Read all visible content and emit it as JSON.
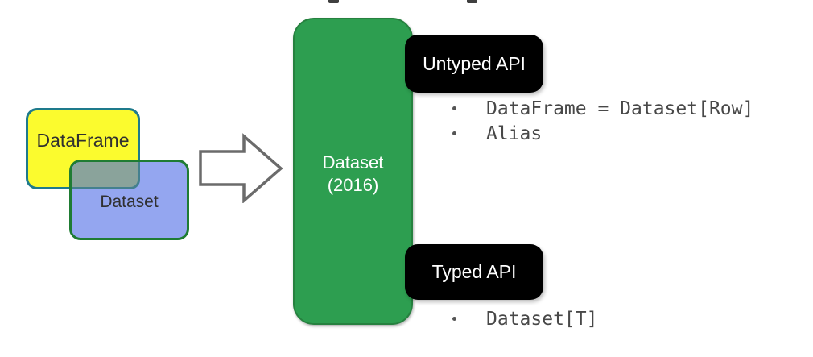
{
  "canvas": {
    "background": "#ffffff"
  },
  "decor": {
    "cropped_mark_color": "#3f3f3f"
  },
  "venn": {
    "dataframe": {
      "label": "DataFrame",
      "fill": "#fbfb2e",
      "border": "#1e7a8c",
      "text_color": "#303030"
    },
    "dataset": {
      "label": "Dataset",
      "fill": "#94a6f0",
      "border": "#1f7c33",
      "text_color": "#303030"
    },
    "overlap": {
      "fill": "#8aa39b",
      "edge": "#44808e"
    }
  },
  "arrow": {
    "fill": "#ffffff",
    "stroke": "#6b6b6b"
  },
  "result": {
    "line1": "Dataset",
    "line2": "(2016)",
    "fill": "#2d9e50",
    "border": "#26813f",
    "text_color": "#ffffff"
  },
  "api_sections": {
    "badge_bg": "#000000",
    "badge_text_color": "#ffffff",
    "bullet_text_color": "#484848",
    "bullet_dot_color": "#555555",
    "untyped": {
      "label": "Untyped API",
      "bullets": [
        "DataFrame = Dataset[Row]",
        "Alias"
      ]
    },
    "typed": {
      "label": "Typed API",
      "bullets": [
        "Dataset[T]"
      ]
    }
  }
}
